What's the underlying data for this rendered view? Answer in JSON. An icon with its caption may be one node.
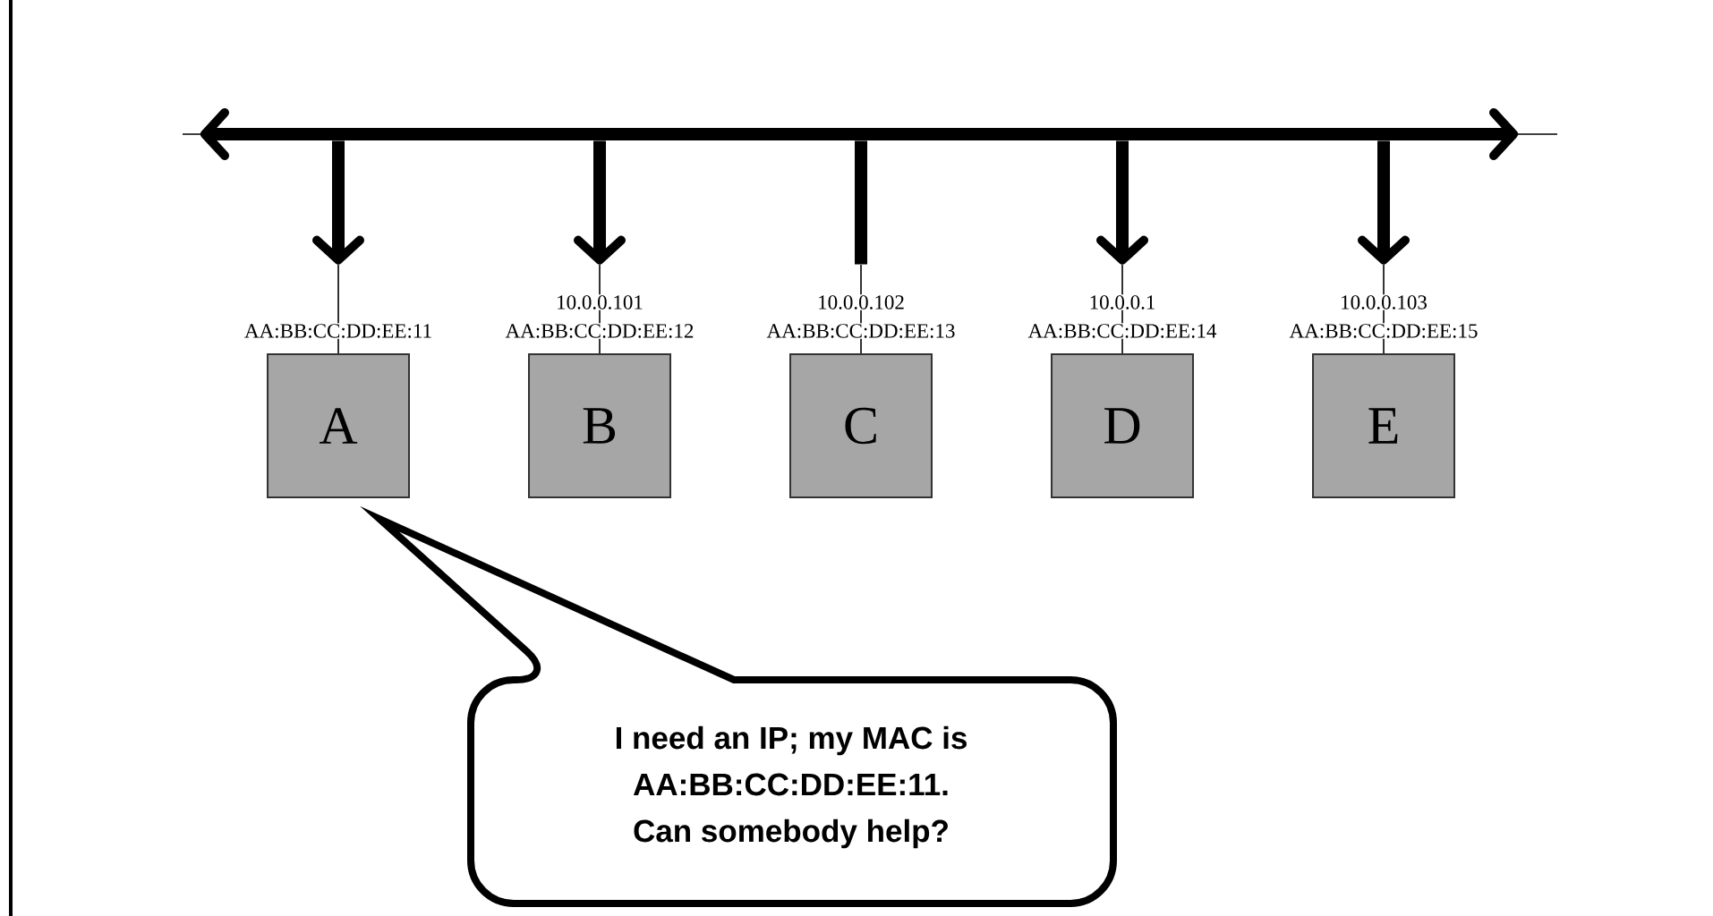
{
  "diagram": {
    "nodes": [
      {
        "text": [],
        "shape": "bar"
      },
      {
        "text": [
          "AA:BB:CC:DD:EE:11",
          "A"
        ]
      },
      {
        "text": [
          "10.0.0.101",
          "AA:BB:CC:DD:EE:12",
          "B"
        ]
      },
      {
        "text": [
          "10.0.0.102",
          "AA:BB:CC:DD:EE:13",
          "C"
        ]
      },
      {
        "text": [
          "10.0.0.1",
          "AA:BB:CC:DD:EE:14",
          "D"
        ]
      },
      {
        "text": [
          "10.0.0.103",
          "AA:BB:CC:DD:EE:15",
          "E"
        ]
      },
      {
        "text": [
          "I need an IP; my MAC is AA:BB:CC:DD:EE:11. Can somebody help?"
        ]
      }
    ],
    "edges": [
      {
        "from": 0,
        "to": 1,
        "arrow": "to"
      },
      {
        "from": 0,
        "to": 2,
        "arrow": "to"
      },
      {
        "from": 0,
        "to": 3,
        "arrow": "none"
      },
      {
        "from": 0,
        "to": 4,
        "arrow": "to"
      },
      {
        "from": 0,
        "to": 5,
        "arrow": "to"
      }
    ]
  }
}
